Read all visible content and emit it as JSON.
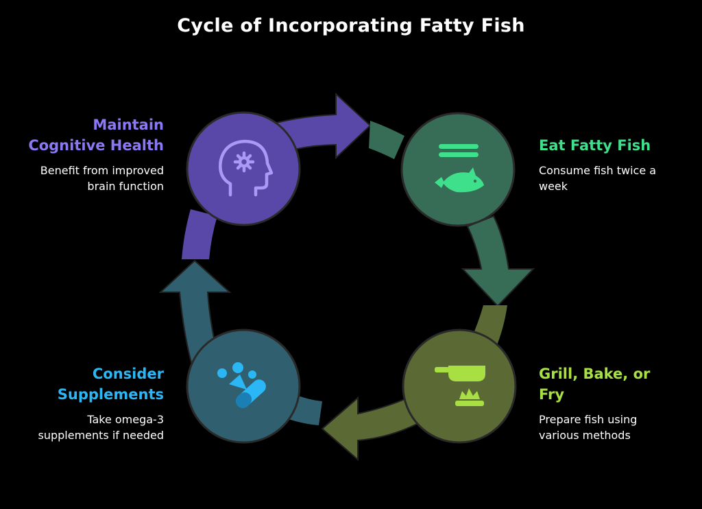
{
  "title": "Cycle of Incorporating Fatty Fish",
  "steps": [
    {
      "heading_lines": [
        "Maintain",
        "Cognitive Health"
      ],
      "desc_lines": [
        "Benefit from improved",
        "brain function"
      ],
      "icon": "brain-gear-icon",
      "color": "#5a48a8",
      "text_color": "#8b78f4"
    },
    {
      "heading_lines": [
        "Eat Fatty Fish"
      ],
      "desc_lines": [
        "Consume fish twice a",
        "week"
      ],
      "icon": "fish-icon",
      "color": "#376c56",
      "text_color": "#3ee08c"
    },
    {
      "heading_lines": [
        "Grill, Bake, or",
        "Fry"
      ],
      "desc_lines": [
        "Prepare fish using",
        "various methods"
      ],
      "icon": "cooking-pan-icon",
      "color": "#5b6a34",
      "text_color": "#a8e044"
    },
    {
      "heading_lines": [
        "Consider",
        "Supplements"
      ],
      "desc_lines": [
        "Take omega-3",
        "supplements if needed"
      ],
      "icon": "pills-icon",
      "color": "#30606f",
      "text_color": "#2bb6f5"
    }
  ]
}
